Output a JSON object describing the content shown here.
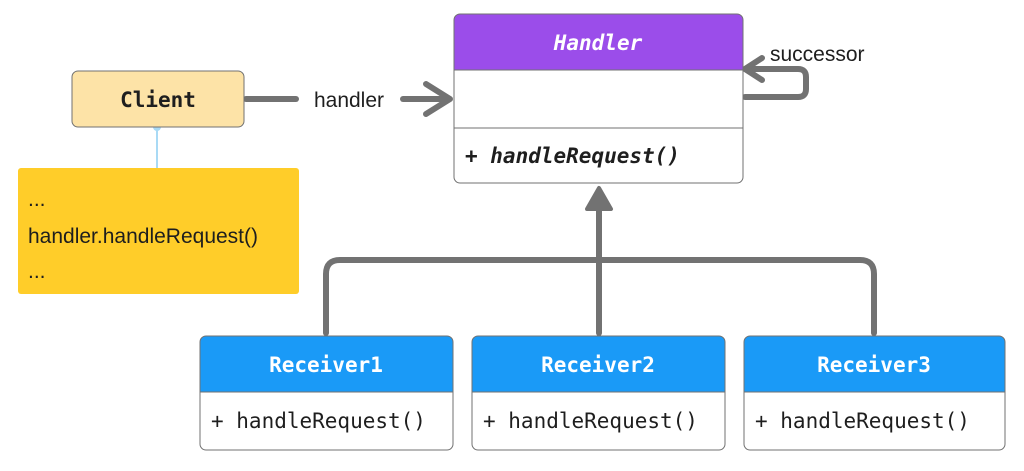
{
  "handler": {
    "title": "Handler",
    "method": "+ handleRequest()"
  },
  "client": {
    "title": "Client",
    "note_lines": [
      "...",
      "handler.handleRequest()",
      "..."
    ]
  },
  "labels": {
    "handler_edge": "handler",
    "successor_edge": "successor"
  },
  "receivers": [
    {
      "title": "Receiver1",
      "method": "+ handleRequest()"
    },
    {
      "title": "Receiver2",
      "method": "+ handleRequest()"
    },
    {
      "title": "Receiver3",
      "method": "+ handleRequest()"
    }
  ],
  "colors": {
    "handler_header": "#9b4dea",
    "receiver_header": "#1a9af7",
    "client_fill": "#fde3a7",
    "note_fill": "#ffcd29",
    "connector": "#727272",
    "dotted_link": "#a9daf5"
  }
}
